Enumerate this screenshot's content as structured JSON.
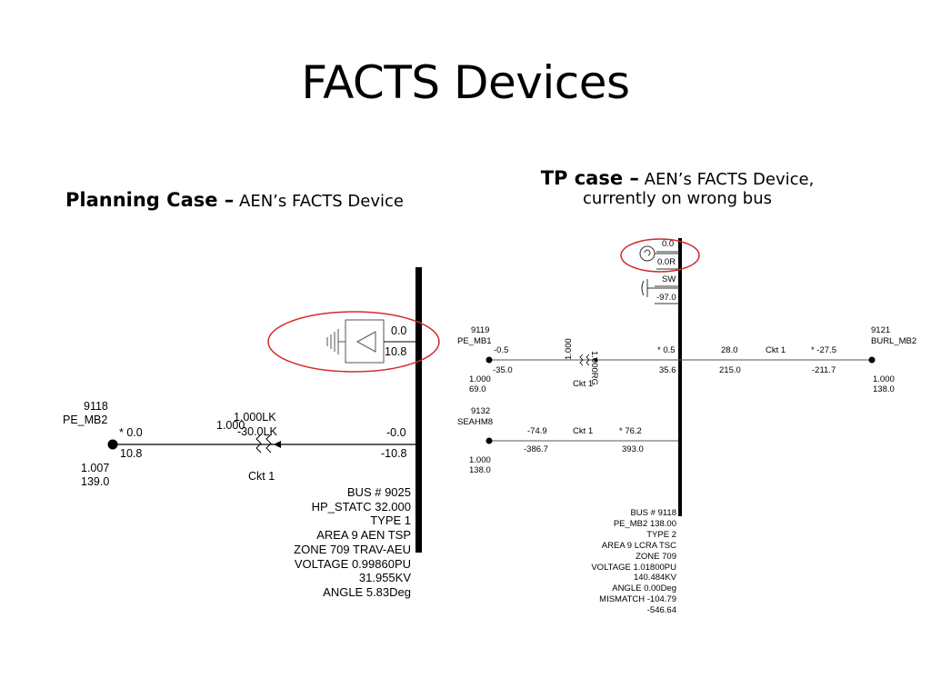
{
  "title": "FACTS Devices",
  "planning": {
    "heading_bold": "Planning Case –",
    "heading_rest": " AEN’s FACTS Device",
    "device_p": "0.0",
    "device_q": "10.8",
    "from_bus_num": "9118",
    "from_bus_name": "PE_MB2",
    "from_p": "* 0.0",
    "from_q": "10.8",
    "from_v_pu": "1.007",
    "from_v_kv": "139.0",
    "tap_ratio_left": "1.000",
    "tap_ratio_top": "1.000LK",
    "tap_angle": "-30.0LK",
    "ckt": "Ckt 1",
    "to_p": "-0.0",
    "to_q": "-10.8",
    "bus_info": [
      "BUS  #  9025",
      "HP_STATC    32.000",
      "TYPE  1",
      "AREA  9 AEN TSP",
      "ZONE  709 TRAV-AEU",
      "VOLTAGE  0.99860PU",
      "31.955KV",
      "ANGLE  5.83Deg"
    ]
  },
  "tp": {
    "heading_bold": "TP case –",
    "heading_rest": " AEN’s FACTS Device,",
    "heading_line2": "currently on wrong bus",
    "gen_p": "0.0",
    "gen_q": "0.0R",
    "sw_label": "SW",
    "sw_q": "-97.0",
    "bus9119_num": "9119",
    "bus9119_name": "PE_MB1",
    "bus9119_p": "-0.5",
    "bus9119_q": "-35.0",
    "bus9119_v_pu": "1.000",
    "bus9119_v_kv": "69.0",
    "xf_ratio": "1.000",
    "xf_tap": "1.000RG",
    "xf_ckt": "Ckt 1",
    "xf_to_p": "* 0.5",
    "xf_to_q": "35.6",
    "line_burl_p": "28.0",
    "line_burl_q": "215.0",
    "line_burl_ckt": "Ckt 1",
    "line_burl_far_p": "* -27.5",
    "line_burl_far_q": "-211.7",
    "bus9121_num": "9121",
    "bus9121_name": "BURL_MB2",
    "bus9121_v_pu": "1.000",
    "bus9121_v_kv": "138.0",
    "bus9132_num": "9132",
    "bus9132_name": "SEAHM8",
    "bus9132_p": "-74.9",
    "bus9132_q": "-386.7",
    "bus9132_ckt": "Ckt 1",
    "bus9132_far_p": "* 76.2",
    "bus9132_far_q": "393.0",
    "bus9132_v_pu": "1.000",
    "bus9132_v_kv": "138.0",
    "bus_info": [
      "BUS  #  9118",
      "PE_MB2    138.00",
      "TYPE  2",
      "AREA  9 LCRA TSC",
      "ZONE  709",
      "VOLTAGE  1.01800PU",
      "140.484KV",
      "ANGLE  0.00Deg",
      "MISMATCH  -104.79",
      "-546.64"
    ]
  },
  "colors": {
    "highlight_ellipse": "#d42a2a",
    "line": "#000000",
    "device_stroke": "#555555"
  }
}
